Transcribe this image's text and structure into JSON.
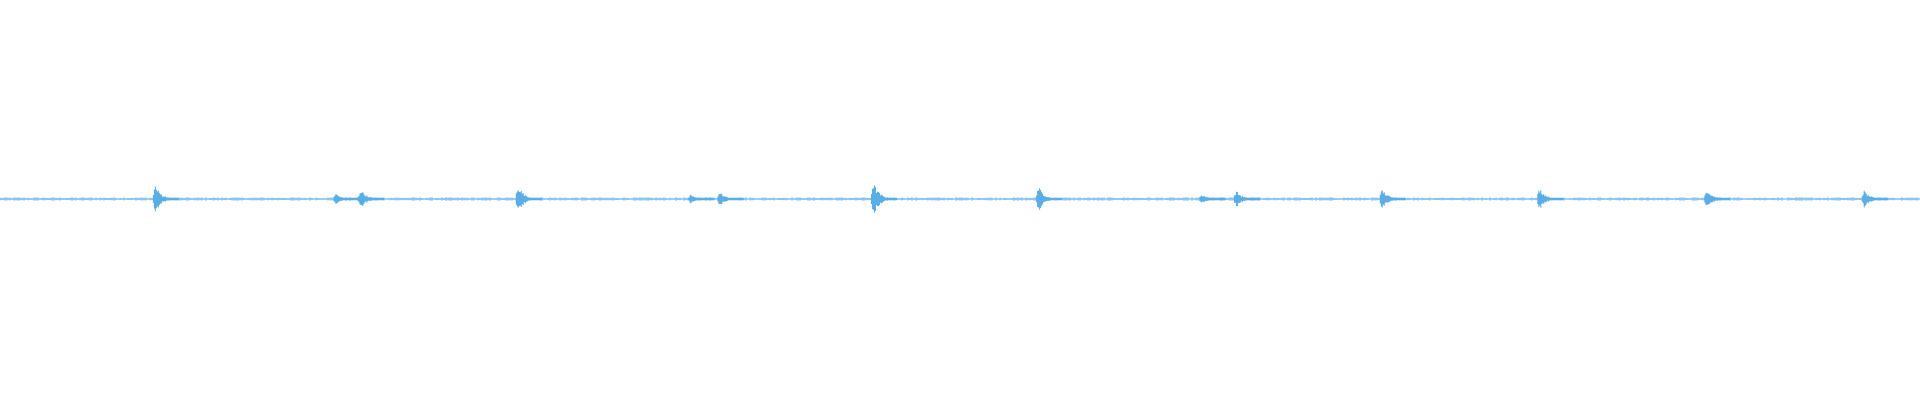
{
  "waveform": {
    "color": "#5aaee6",
    "background": "#ffffff",
    "bursts": [
      {
        "t": 0.082,
        "a": 0.05
      },
      {
        "t": 0.176,
        "a": 0.02
      },
      {
        "t": 0.189,
        "a": 0.035
      },
      {
        "t": 0.271,
        "a": 0.05
      },
      {
        "t": 0.361,
        "a": 0.018
      },
      {
        "t": 0.376,
        "a": 0.025
      },
      {
        "t": 0.456,
        "a": 0.06
      },
      {
        "t": 0.542,
        "a": 0.045
      },
      {
        "t": 0.627,
        "a": 0.018
      },
      {
        "t": 0.645,
        "a": 0.03
      },
      {
        "t": 0.721,
        "a": 0.035
      },
      {
        "t": 0.803,
        "a": 0.04
      },
      {
        "t": 0.89,
        "a": 0.035
      },
      {
        "t": 0.972,
        "a": 0.03
      }
    ]
  }
}
